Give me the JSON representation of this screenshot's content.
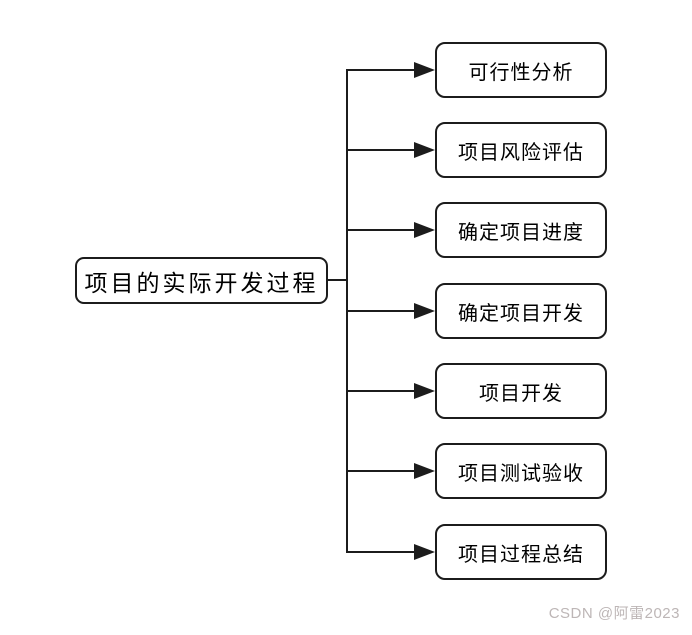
{
  "diagram": {
    "root": {
      "label": "项目的实际开发过程"
    },
    "nodes": [
      {
        "label": "可行性分析"
      },
      {
        "label": "项目风险评估"
      },
      {
        "label": "确定项目进度"
      },
      {
        "label": "确定项目开发"
      },
      {
        "label": "项目开发"
      },
      {
        "label": "项目测试验收"
      },
      {
        "label": "项目过程总结"
      }
    ],
    "colors": {
      "line": "#1c1c1c",
      "box_border": "#1c1c1c",
      "text": "#000000",
      "background": "#ffffff",
      "watermark": "#bdb6b6"
    }
  },
  "watermark": {
    "text": "CSDN @阿雷2023"
  }
}
